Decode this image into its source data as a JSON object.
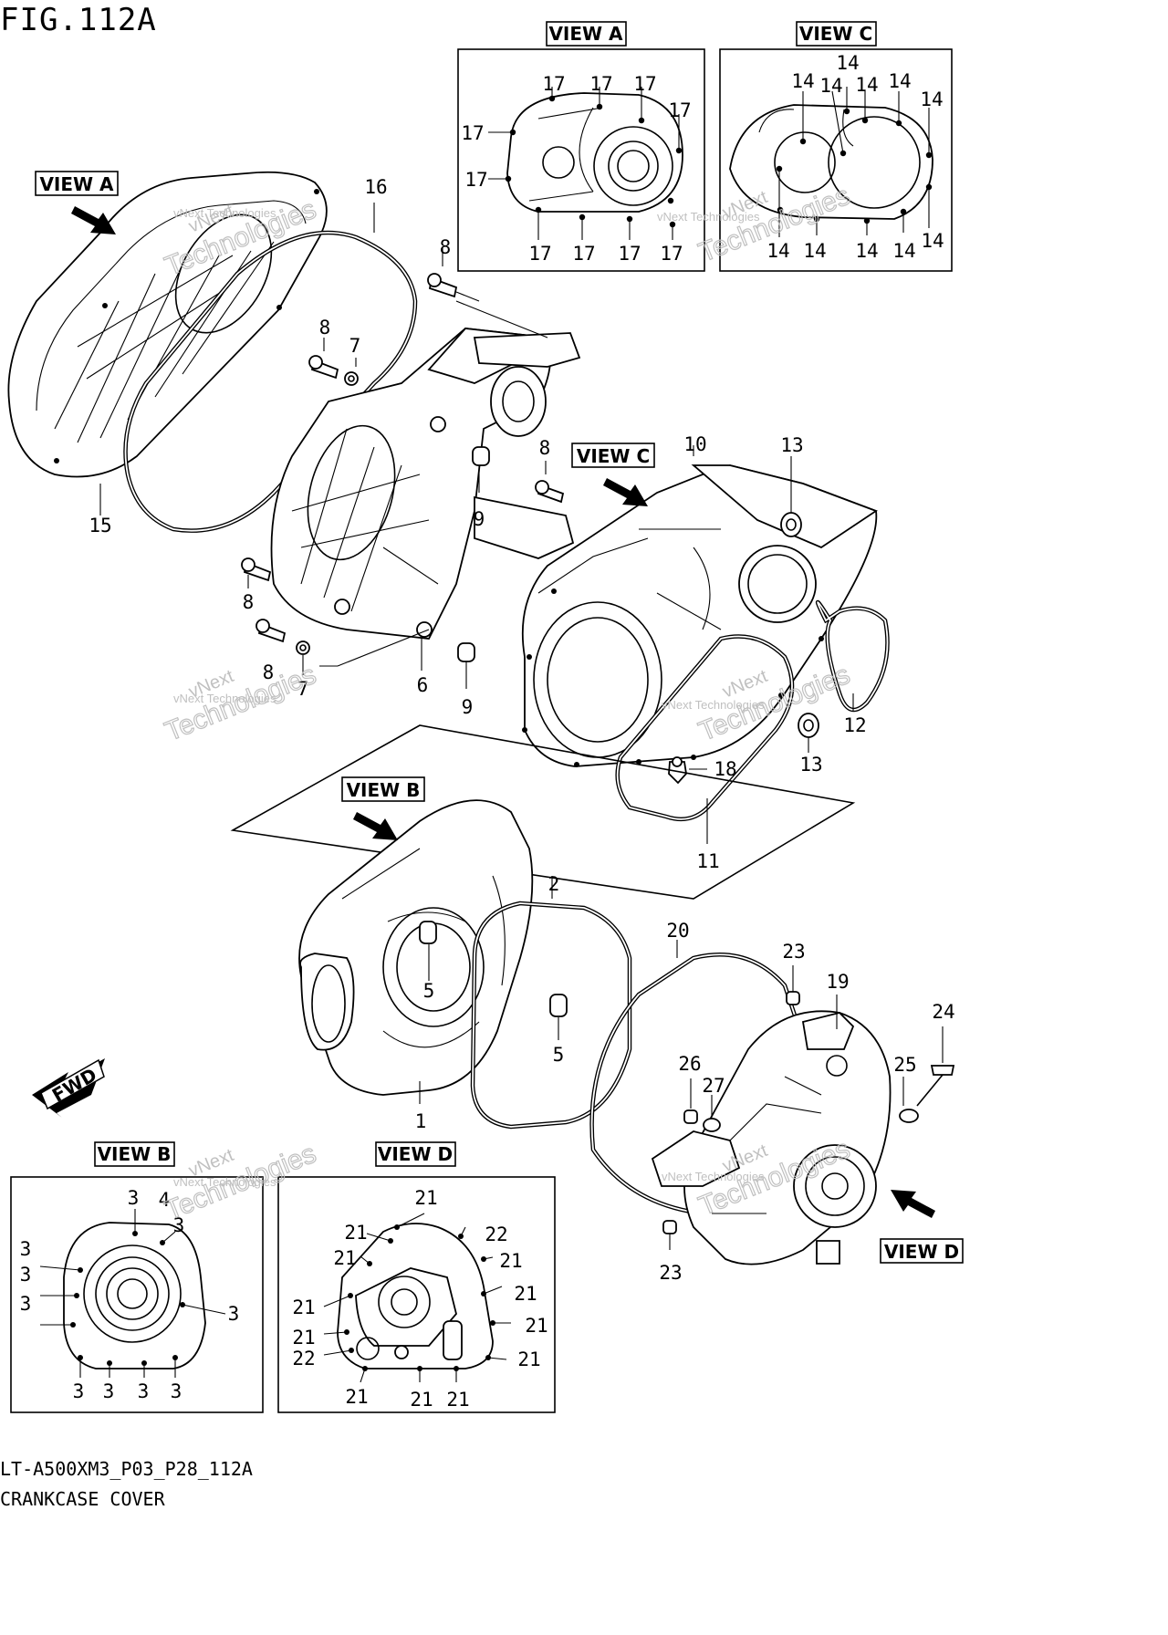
{
  "title": "FIG.112A",
  "diagram_code": "LT-A500XM3_P03_P28_112A",
  "diagram_name": "CRANKCASE COVER",
  "watermark": {
    "line1": "vNext",
    "line2": "Technologies",
    "line3": "vNext Technologies"
  },
  "views": {
    "a": "VIEW A",
    "b": "VIEW B",
    "c": "VIEW C",
    "d": "VIEW D"
  },
  "fwd_label": "FWD",
  "part_numbers": {
    "p1": "1",
    "p2": "2",
    "p3": "3",
    "p4": "4",
    "p5": "5",
    "p6": "6",
    "p7": "7",
    "p8": "8",
    "p9": "9",
    "p10": "10",
    "p11": "11",
    "p12": "12",
    "p13": "13",
    "p14": "14",
    "p15": "15",
    "p16": "16",
    "p17": "17",
    "p18": "18",
    "p19": "19",
    "p20": "20",
    "p21": "21",
    "p22": "22",
    "p23": "23",
    "p24": "24",
    "p25": "25",
    "p26": "26",
    "p27": "27"
  }
}
